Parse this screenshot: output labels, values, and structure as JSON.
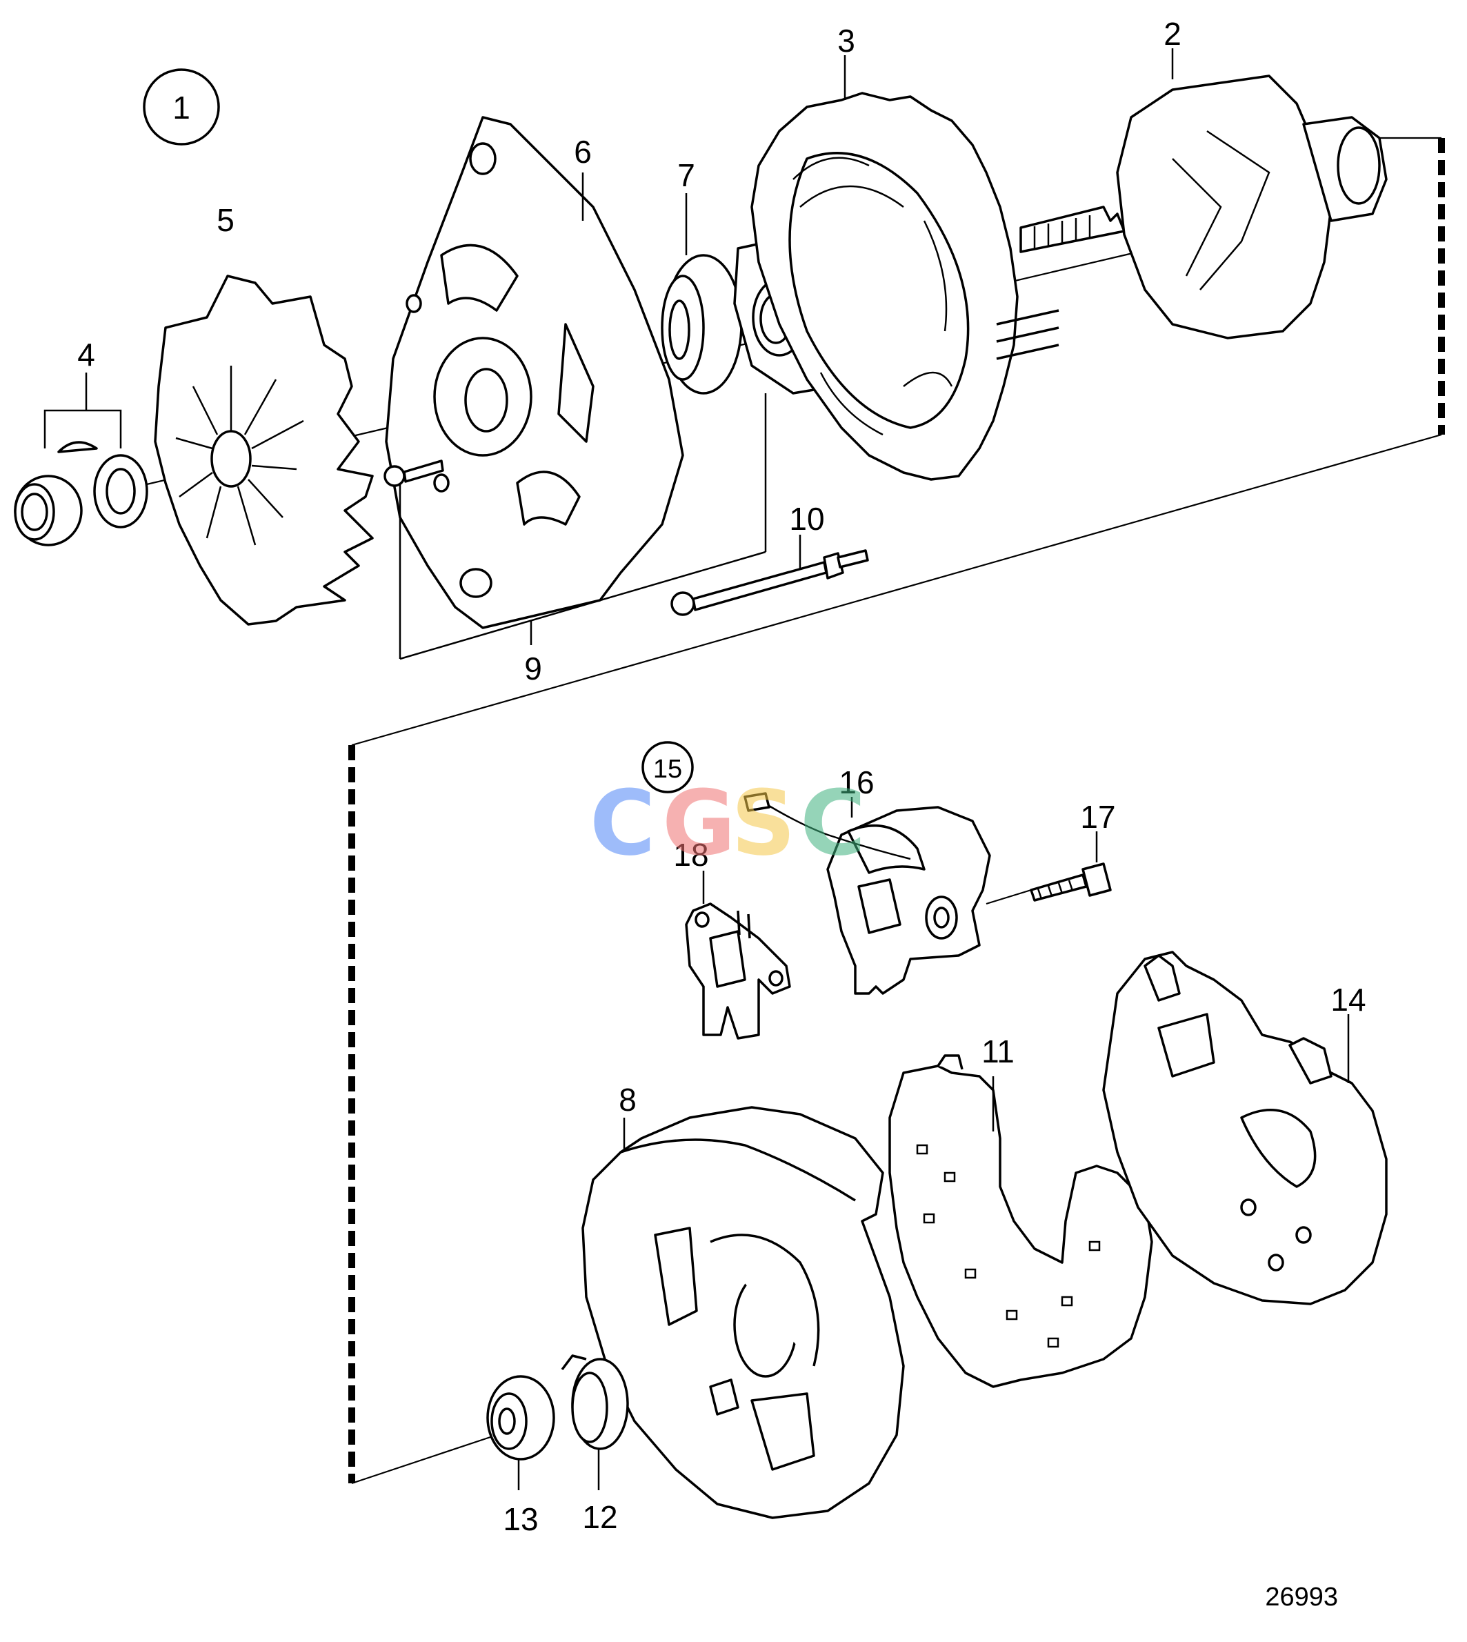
{
  "diagram": {
    "group_labels": [
      "1",
      "15"
    ],
    "callouts": [
      "2",
      "3",
      "4",
      "5",
      "6",
      "7",
      "8",
      "9",
      "10",
      "11",
      "12",
      "13",
      "14",
      "16",
      "17",
      "18"
    ],
    "reference_number": "26993",
    "watermark": {
      "letters": [
        "C",
        "G",
        "S",
        "C"
      ],
      "colors": [
        "#4f86f7",
        "#f07272",
        "#f5c84a",
        "#3fb27f"
      ]
    }
  }
}
